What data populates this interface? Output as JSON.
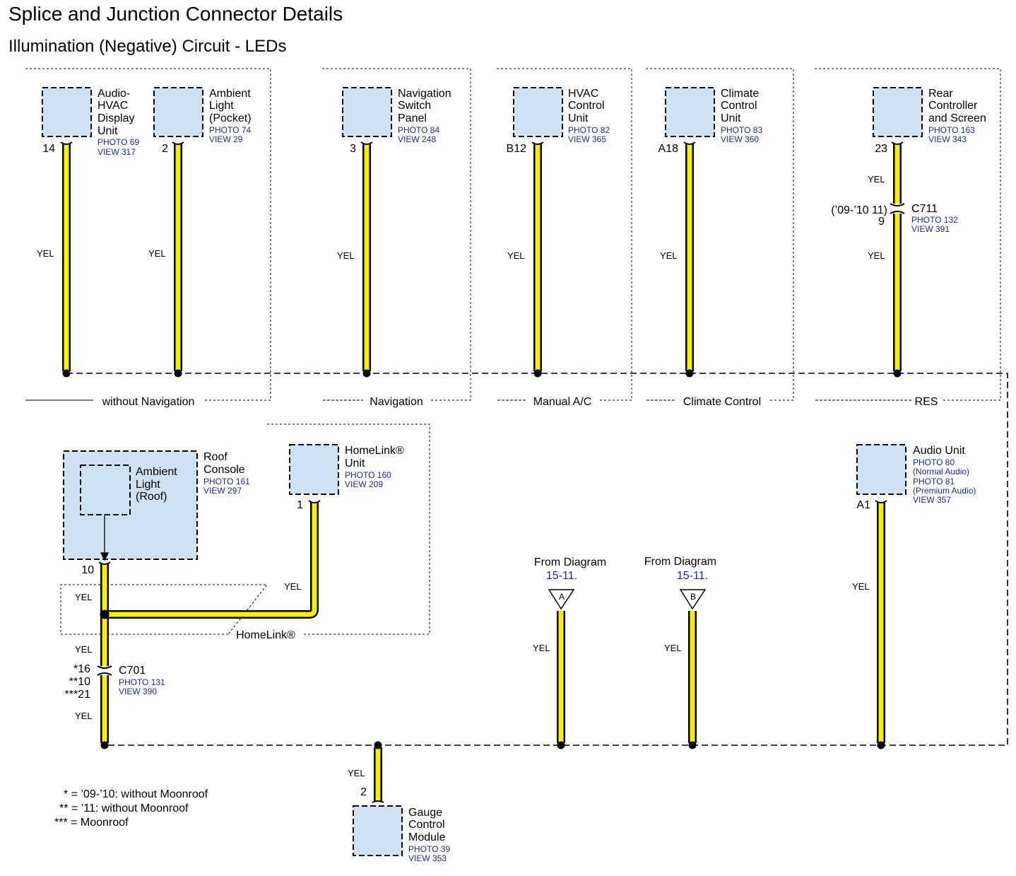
{
  "title": "Splice and Junction Connector Details",
  "subtitle": "Illumination (Negative) Circuit - LEDs",
  "colors": {
    "wire": "#f5f000",
    "wire_edge": "#000000",
    "box_fill": "#cfe2f3",
    "ref_text": "#1b2a9a"
  },
  "wire_color_label": "YEL",
  "groups": {
    "without_nav": "without Navigation",
    "navigation": "Navigation",
    "manual_ac": "Manual A/C",
    "climate": "Climate Control",
    "res": "RES",
    "homelink": "HomeLink®"
  },
  "components": {
    "audio_hvac": {
      "l1": "Audio-",
      "l2": "HVAC",
      "l3": "Display",
      "l4": "Unit",
      "photo": "PHOTO 69",
      "view": "VIEW 317",
      "pin": "14"
    },
    "ambient_pocket": {
      "l1": "Ambient",
      "l2": "Light",
      "l3": "(Pocket)",
      "photo": "PHOTO 74",
      "view": "VIEW 29",
      "pin": "2"
    },
    "nav_switch": {
      "l1": "Navigation",
      "l2": "Switch",
      "l3": "Panel",
      "photo": "PHOTO 84",
      "view": "VIEW 248",
      "pin": "3"
    },
    "hvac_control": {
      "l1": "HVAC",
      "l2": "Control",
      "l3": "Unit",
      "photo": "PHOTO 82",
      "view": "VIEW 365",
      "pin": "B12"
    },
    "climate_control": {
      "l1": "Climate",
      "l2": "Control",
      "l3": "Unit",
      "photo": "PHOTO 83",
      "view": "VIEW 360",
      "pin": "A18"
    },
    "rear_controller": {
      "l1": "Rear",
      "l2": "Controller",
      "l3": "and Screen",
      "photo": "PHOTO 163",
      "view": "VIEW 343",
      "pin": "23"
    },
    "roof_console": {
      "l1": "Roof",
      "l2": "Console",
      "photo": "PHOTO 161",
      "view": "VIEW 297",
      "pin": "10"
    },
    "ambient_roof": {
      "l1": "Ambient",
      "l2": "Light",
      "l3": "(Roof)"
    },
    "homelink_unit": {
      "l1": "HomeLink®",
      "l2": "Unit",
      "photo": "PHOTO 160",
      "view": "VIEW 209",
      "pin": "1"
    },
    "audio_unit": {
      "l1": "Audio Unit",
      "photo1": "PHOTO 80",
      "note1": "(Normal Audio)",
      "photo2": "PHOTO 81",
      "note2": "(Premium Audio)",
      "view": "VIEW 357",
      "pin": "A1"
    },
    "gauge": {
      "l1": "Gauge",
      "l2": "Control",
      "l3": "Module",
      "photo": "PHOTO 39",
      "view": "VIEW 353",
      "pin": "2"
    }
  },
  "connectors": {
    "c711": {
      "name": "C711",
      "photo": "PHOTO 132",
      "view": "VIEW 391",
      "pin_note": "(’09-’10 11)",
      "pin": "9"
    },
    "c701": {
      "name": "C701",
      "photo": "PHOTO 131",
      "view": "VIEW 390",
      "pin1": "*16",
      "pin2": "**10",
      "pin3": "***21"
    }
  },
  "references": {
    "a": {
      "text": "From Diagram",
      "num": "15-11.",
      "letter": "A"
    },
    "b": {
      "text": "From Diagram",
      "num": "15-11.",
      "letter": "B"
    }
  },
  "notes": [
    "* = ’09-’10: without Moonroof",
    "** = ’11: without Moonroof",
    "*** = Moonroof"
  ]
}
